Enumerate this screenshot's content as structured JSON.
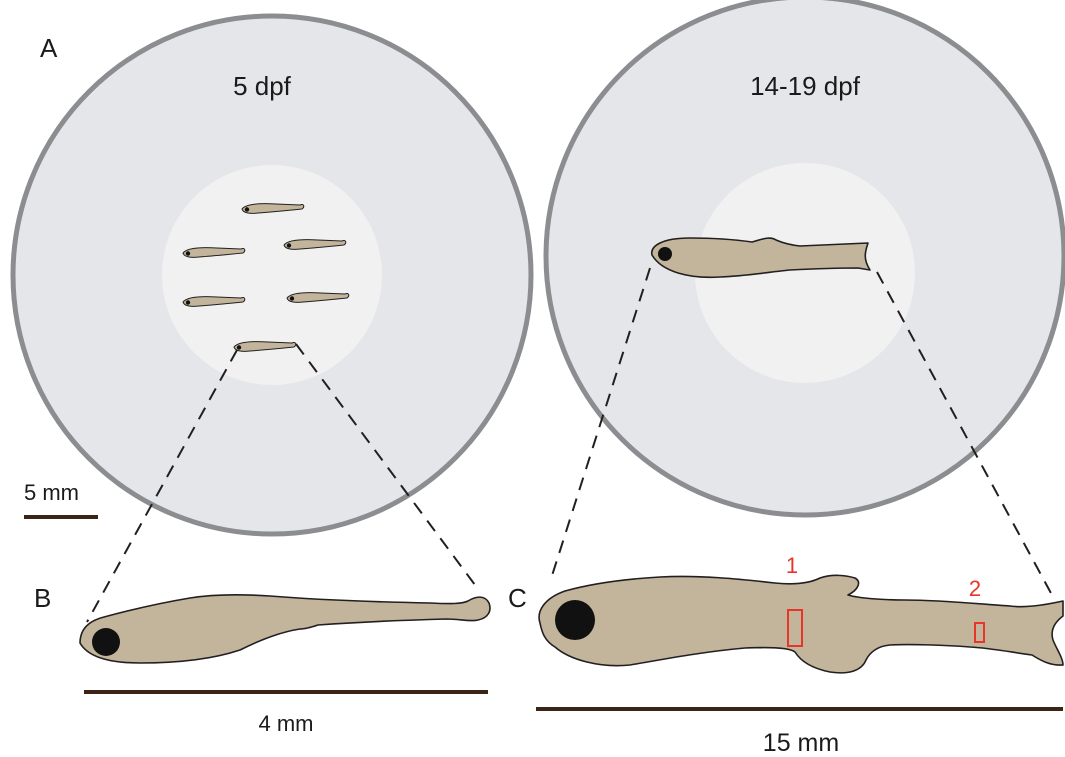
{
  "panels": {
    "a": "A",
    "b": "B",
    "c": "C"
  },
  "dishes": {
    "left_label": "5 dpf",
    "right_label": "14-19 dpf"
  },
  "scale_bars": {
    "dish": "5 mm",
    "larva": "4 mm",
    "juvenile": "15 mm"
  },
  "regions": {
    "first": "1",
    "second": "2"
  },
  "colors": {
    "dish_fill": "#e5e6e9",
    "dish_rim": "#8c8d90",
    "dish_center": "#f1f1f2",
    "fish_fill": "#c2b59b",
    "scale_bar": "#3b2416",
    "region_marker": "#e8352a"
  }
}
